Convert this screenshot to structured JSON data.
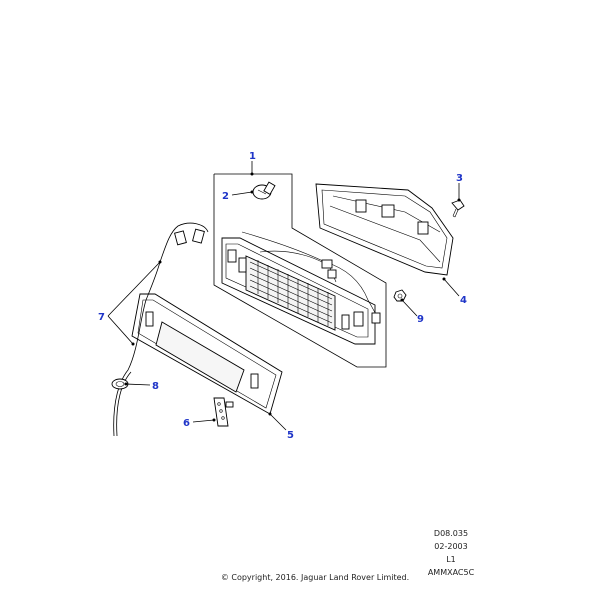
{
  "callouts": [
    "1",
    "2",
    "3",
    "4",
    "5",
    "6",
    "7",
    "8",
    "9"
  ],
  "meta": {
    "ref": "D08.035",
    "date": "02-2003",
    "level": "L1",
    "code": "AMMXAC5C"
  },
  "copyright": "© Copyright, 2016. Jaguar Land Rover Limited."
}
